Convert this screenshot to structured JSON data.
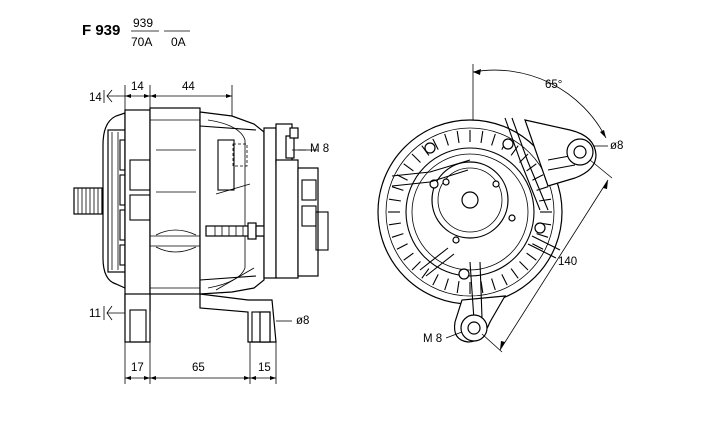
{
  "header": {
    "model": "F 939",
    "frac1_top": "939",
    "frac1_bottom": "70A",
    "frac2_top": "",
    "frac2_bottom": "0A"
  },
  "side_view": {
    "dim_left_offset": "14",
    "dim_top_width_a": "14",
    "dim_top_width_b": "44",
    "dim_bottom_offset": "11",
    "dim_bottom_a": "17",
    "dim_bottom_b": "65",
    "dim_bottom_c": "15",
    "thread_label": "M 8",
    "hole_label": "ø8"
  },
  "front_view": {
    "angle_label": "65°",
    "hole_top_label": "ø8",
    "distance_label": "140",
    "thread_label": "M 8"
  }
}
